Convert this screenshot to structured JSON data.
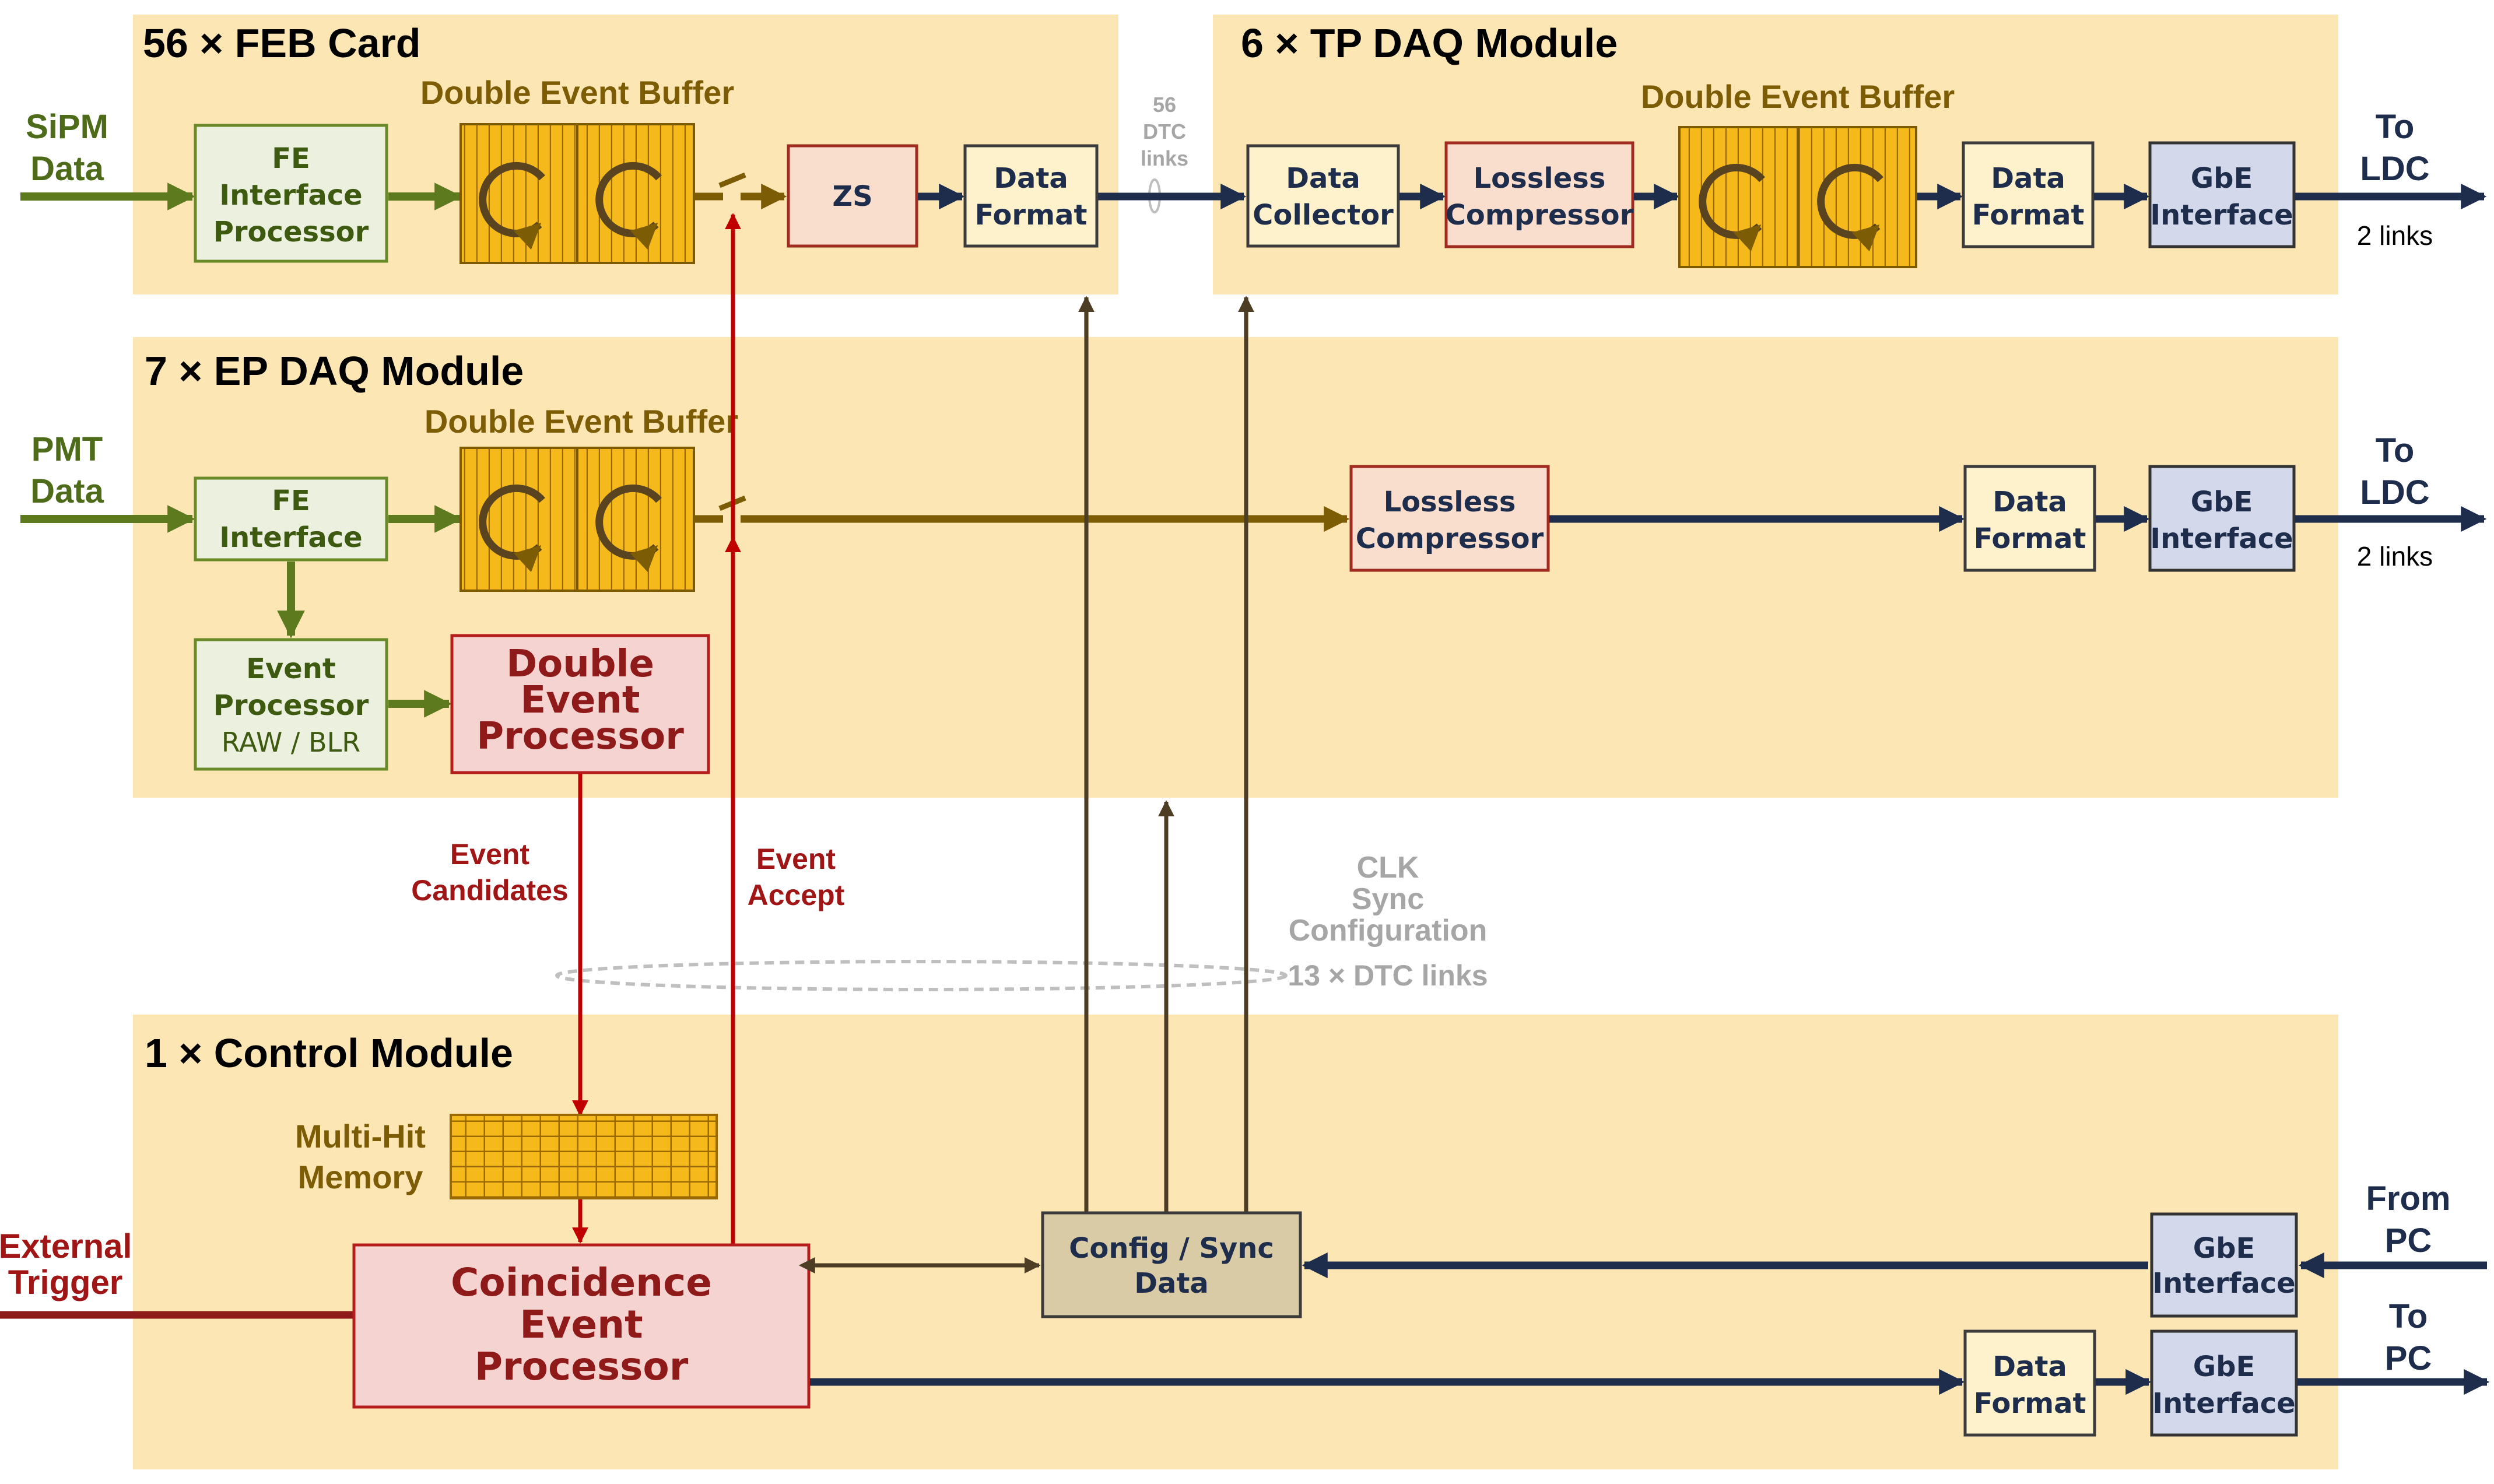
{
  "modules": {
    "feb": "56 × FEB Card",
    "tp": "6 × TP DAQ Module",
    "ep": "7 × EP DAQ Module",
    "ctrl": "1 × Control Module"
  },
  "inputs": {
    "sipm": [
      "SiPM",
      "Data"
    ],
    "pmt": [
      "PMT",
      "Data"
    ],
    "ext_trigger": [
      "External",
      "Trigger"
    ],
    "from_pc": [
      "From",
      "PC"
    ]
  },
  "outputs": {
    "to_ldc_1": [
      "To",
      "LDC"
    ],
    "to_ldc_2": [
      "To",
      "LDC"
    ],
    "to_pc": [
      "To",
      "PC"
    ],
    "links_1": "2 links",
    "links_2": "2 links"
  },
  "buffers": {
    "feb": "Double Event Buffer",
    "tp": "Double Event Buffer",
    "ep": "Double Event Buffer"
  },
  "blocks": {
    "fe_ip": [
      "FE",
      "Interface",
      "Processor"
    ],
    "zs": "ZS",
    "data_format": [
      "Data",
      "Format"
    ],
    "data_collector": [
      "Data",
      "Collector"
    ],
    "lossless": [
      "Lossless",
      "Compressor"
    ],
    "gbe": [
      "GbE",
      "Interface"
    ],
    "fe_interface": [
      "FE",
      "Interface"
    ],
    "event_processor": [
      "Event",
      "Processor",
      "RAW / BLR"
    ],
    "double_event_processor": [
      "Double",
      "Event",
      "Processor"
    ],
    "multi_hit": [
      "Multi-Hit",
      "Memory"
    ],
    "coincidence": [
      "Coincidence",
      "Event",
      "Processor"
    ],
    "config_sync": [
      "Config / Sync",
      "Data"
    ]
  },
  "signals": {
    "event_candidates": [
      "Event",
      "Candidates"
    ],
    "event_accept": [
      "Event",
      "Accept"
    ],
    "dtc56": [
      "56",
      "DTC",
      "links"
    ],
    "clk": [
      "CLK",
      "Sync",
      "Configuration"
    ],
    "dtc13": "13 × DTC links"
  },
  "colors": {
    "region": "#fce7b4",
    "green_arrow": "#5e7a1e",
    "navy_arrow": "#1f2d4d",
    "brown_arrow": "#7d5c06",
    "red_line": "#c00000",
    "buffer": "#f6b91c"
  }
}
